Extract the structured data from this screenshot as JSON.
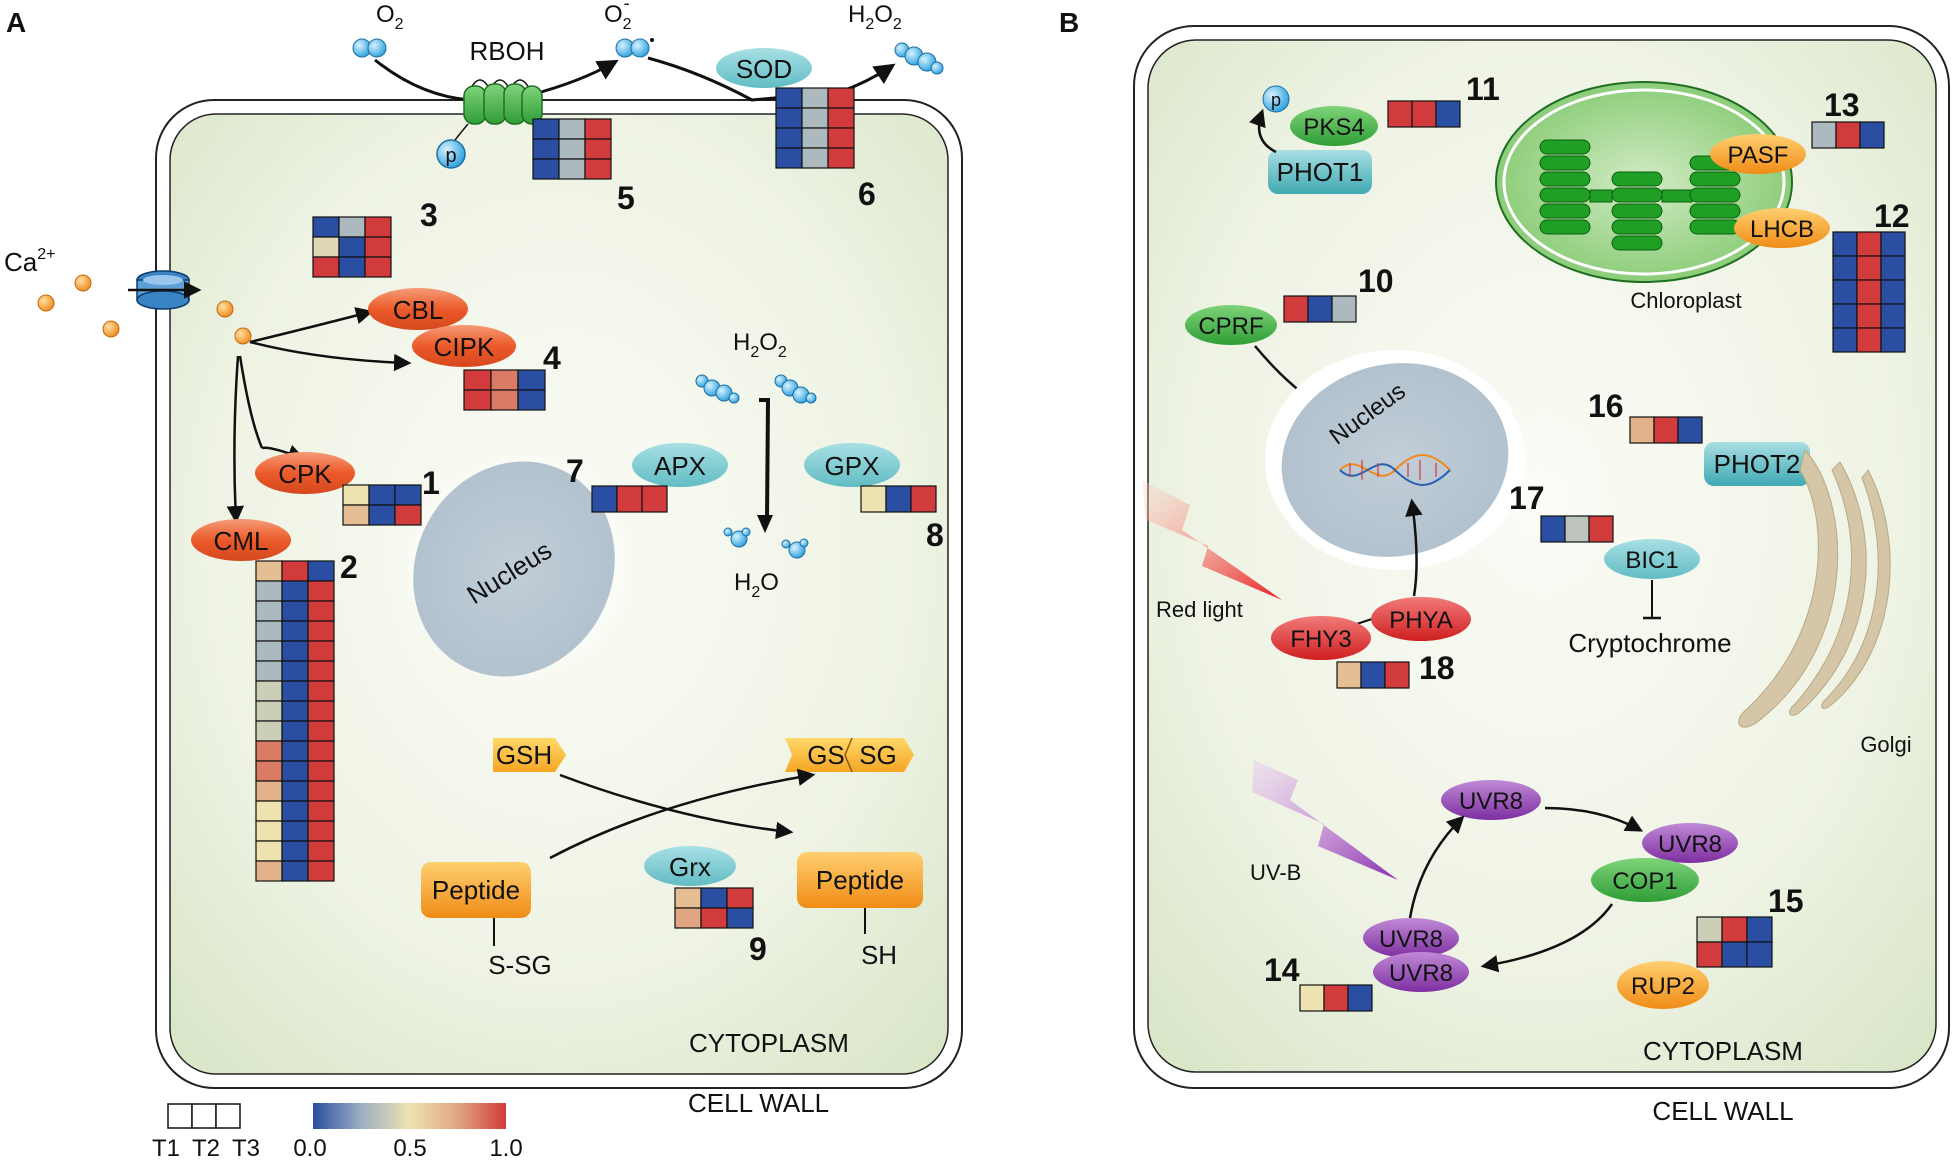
{
  "panels": {
    "a": {
      "letter": "A",
      "cytoplasm": "CYTOPLASM",
      "cell_wall": "CELL WALL",
      "nucleus": "Nucleus",
      "small_molecules": {
        "o2": "O",
        "o2_sub": "2",
        "superoxide": "O",
        "superoxide_sub": "2",
        "superoxide_sup": "-",
        "h2o2_top": "H",
        "h2o2_top_sub": "2",
        "h2o2_top_tail": "O",
        "h2o2_top_sub2": "2",
        "ca": "Ca",
        "ca_sup": "2+",
        "h2o2_mid": "H",
        "h2o2_mid_sub": "2",
        "h2o2_mid_tail": "O",
        "h2o2_mid_sub2": "2",
        "h2o": "H",
        "h2o_sub": "2",
        "h2o_tail": "O"
      },
      "labels": {
        "rboh": "RBOH",
        "phospho": "p",
        "sod": "SOD",
        "cbl": "CBL",
        "cipk": "CIPK",
        "cpk": "CPK",
        "cml": "CML",
        "apx": "APX",
        "gpx": "GPX",
        "gsh": "GSH",
        "gssg_left": "GS",
        "gssg_right": "SG",
        "peptide_left": "Peptide",
        "peptide_right": "Peptide",
        "ssg": "S-SG",
        "sh": "SH",
        "grx": "Grx"
      },
      "numbers": {
        "n1": "1",
        "n2": "2",
        "n3": "3",
        "n4": "4",
        "n5": "5",
        "n6": "6",
        "n7": "7",
        "n8": "8",
        "n9": "9"
      }
    },
    "b": {
      "letter": "B",
      "cytoplasm": "CYTOPLASM",
      "cell_wall": "CELL WALL",
      "nucleus": "Nucleus",
      "labels": {
        "phospho": "p",
        "pks4": "PKS4",
        "phot1": "PHOT1",
        "pasf": "PASF",
        "lhcb": "LHCB",
        "chloroplast": "Chloroplast",
        "cprf": "CPRF",
        "phot2": "PHOT2",
        "bic1": "BIC1",
        "cryptochrome": "Cryptochrome",
        "red_light": "Red light",
        "fhy3": "FHY3",
        "phya": "PHYA",
        "golgi": "Golgi",
        "uvb": "UV-B",
        "uvr8_top": "UVR8",
        "uvr8_right": "UVR8",
        "cop1": "COP1",
        "uvr8_dimer_a": "UVR8",
        "uvr8_dimer_b": "UVR8",
        "rup2": "RUP2"
      },
      "numbers": {
        "n10": "10",
        "n11": "11",
        "n12": "12",
        "n13": "13",
        "n14": "14",
        "n15": "15",
        "n16": "16",
        "n17": "17",
        "n18": "18"
      }
    }
  },
  "legend": {
    "t1": "T1",
    "t2": "T2",
    "t3": "T3",
    "v0": "0.0",
    "v05": "0.5",
    "v1": "1.0",
    "colors": [
      "#2a4fa2",
      "#9cb0c4",
      "#eee2b0",
      "#e0a681",
      "#d23b3b"
    ]
  },
  "heatmaps": {
    "hm1": [
      [
        0.5,
        0.0,
        0.0
      ],
      [
        0.65,
        0.0,
        1.0
      ]
    ],
    "hm2": [
      [
        0.65,
        1.0,
        0.0
      ],
      [
        0.3,
        0.0,
        1.0
      ],
      [
        0.3,
        0.0,
        1.0
      ],
      [
        0.3,
        0.0,
        1.0
      ],
      [
        0.3,
        0.0,
        1.0
      ],
      [
        0.3,
        0.0,
        1.0
      ],
      [
        0.4,
        0.0,
        1.0
      ],
      [
        0.4,
        0.0,
        1.0
      ],
      [
        0.4,
        0.0,
        1.0
      ],
      [
        0.85,
        0.0,
        1.0
      ],
      [
        0.85,
        0.0,
        1.0
      ],
      [
        0.7,
        0.0,
        1.0
      ],
      [
        0.5,
        0.0,
        1.0
      ],
      [
        0.5,
        0.0,
        1.0
      ],
      [
        0.5,
        0.0,
        1.0
      ],
      [
        0.7,
        0.0,
        1.0
      ]
    ],
    "hm3": [
      [
        0.0,
        0.3,
        1.0
      ],
      [
        0.45,
        0.0,
        1.0
      ],
      [
        1.0,
        0.0,
        1.0
      ]
    ],
    "hm4": [
      [
        1.0,
        0.85,
        0.0
      ],
      [
        1.0,
        0.85,
        0.0
      ]
    ],
    "hm5": [
      [
        0.0,
        0.3,
        1.0
      ],
      [
        0.0,
        0.3,
        1.0
      ],
      [
        0.0,
        0.3,
        1.0
      ]
    ],
    "hm6": [
      [
        0.0,
        0.3,
        1.0
      ],
      [
        0.0,
        0.3,
        1.0
      ],
      [
        0.0,
        0.3,
        1.0
      ],
      [
        0.0,
        0.3,
        1.0
      ]
    ],
    "hm7": [
      [
        0.0,
        1.0,
        1.0
      ]
    ],
    "hm8": [
      [
        0.5,
        0.0,
        1.0
      ]
    ],
    "hm9": [
      [
        0.65,
        0.0,
        1.0
      ],
      [
        0.75,
        1.0,
        0.0
      ]
    ],
    "hm10": [
      [
        1.0,
        0.0,
        0.3
      ]
    ],
    "hm11": [
      [
        1.0,
        1.0,
        0.0
      ]
    ],
    "hm12": [
      [
        0.0,
        1.0,
        0.0
      ],
      [
        0.0,
        1.0,
        0.0
      ],
      [
        0.0,
        1.0,
        0.0
      ],
      [
        0.0,
        1.0,
        0.0
      ],
      [
        0.0,
        1.0,
        0.0
      ]
    ],
    "hm13": [
      [
        0.3,
        1.0,
        0.0
      ]
    ],
    "hm14": [
      [
        0.5,
        1.0,
        0.0
      ]
    ],
    "hm15": [
      [
        0.4,
        1.0,
        0.0
      ],
      [
        1.0,
        0.0,
        0.0
      ]
    ],
    "hm16": [
      [
        0.7,
        1.0,
        0.0
      ]
    ],
    "hm17": [
      [
        0.0,
        0.35,
        1.0
      ]
    ],
    "hm18": [
      [
        0.65,
        0.0,
        1.0
      ]
    ]
  }
}
